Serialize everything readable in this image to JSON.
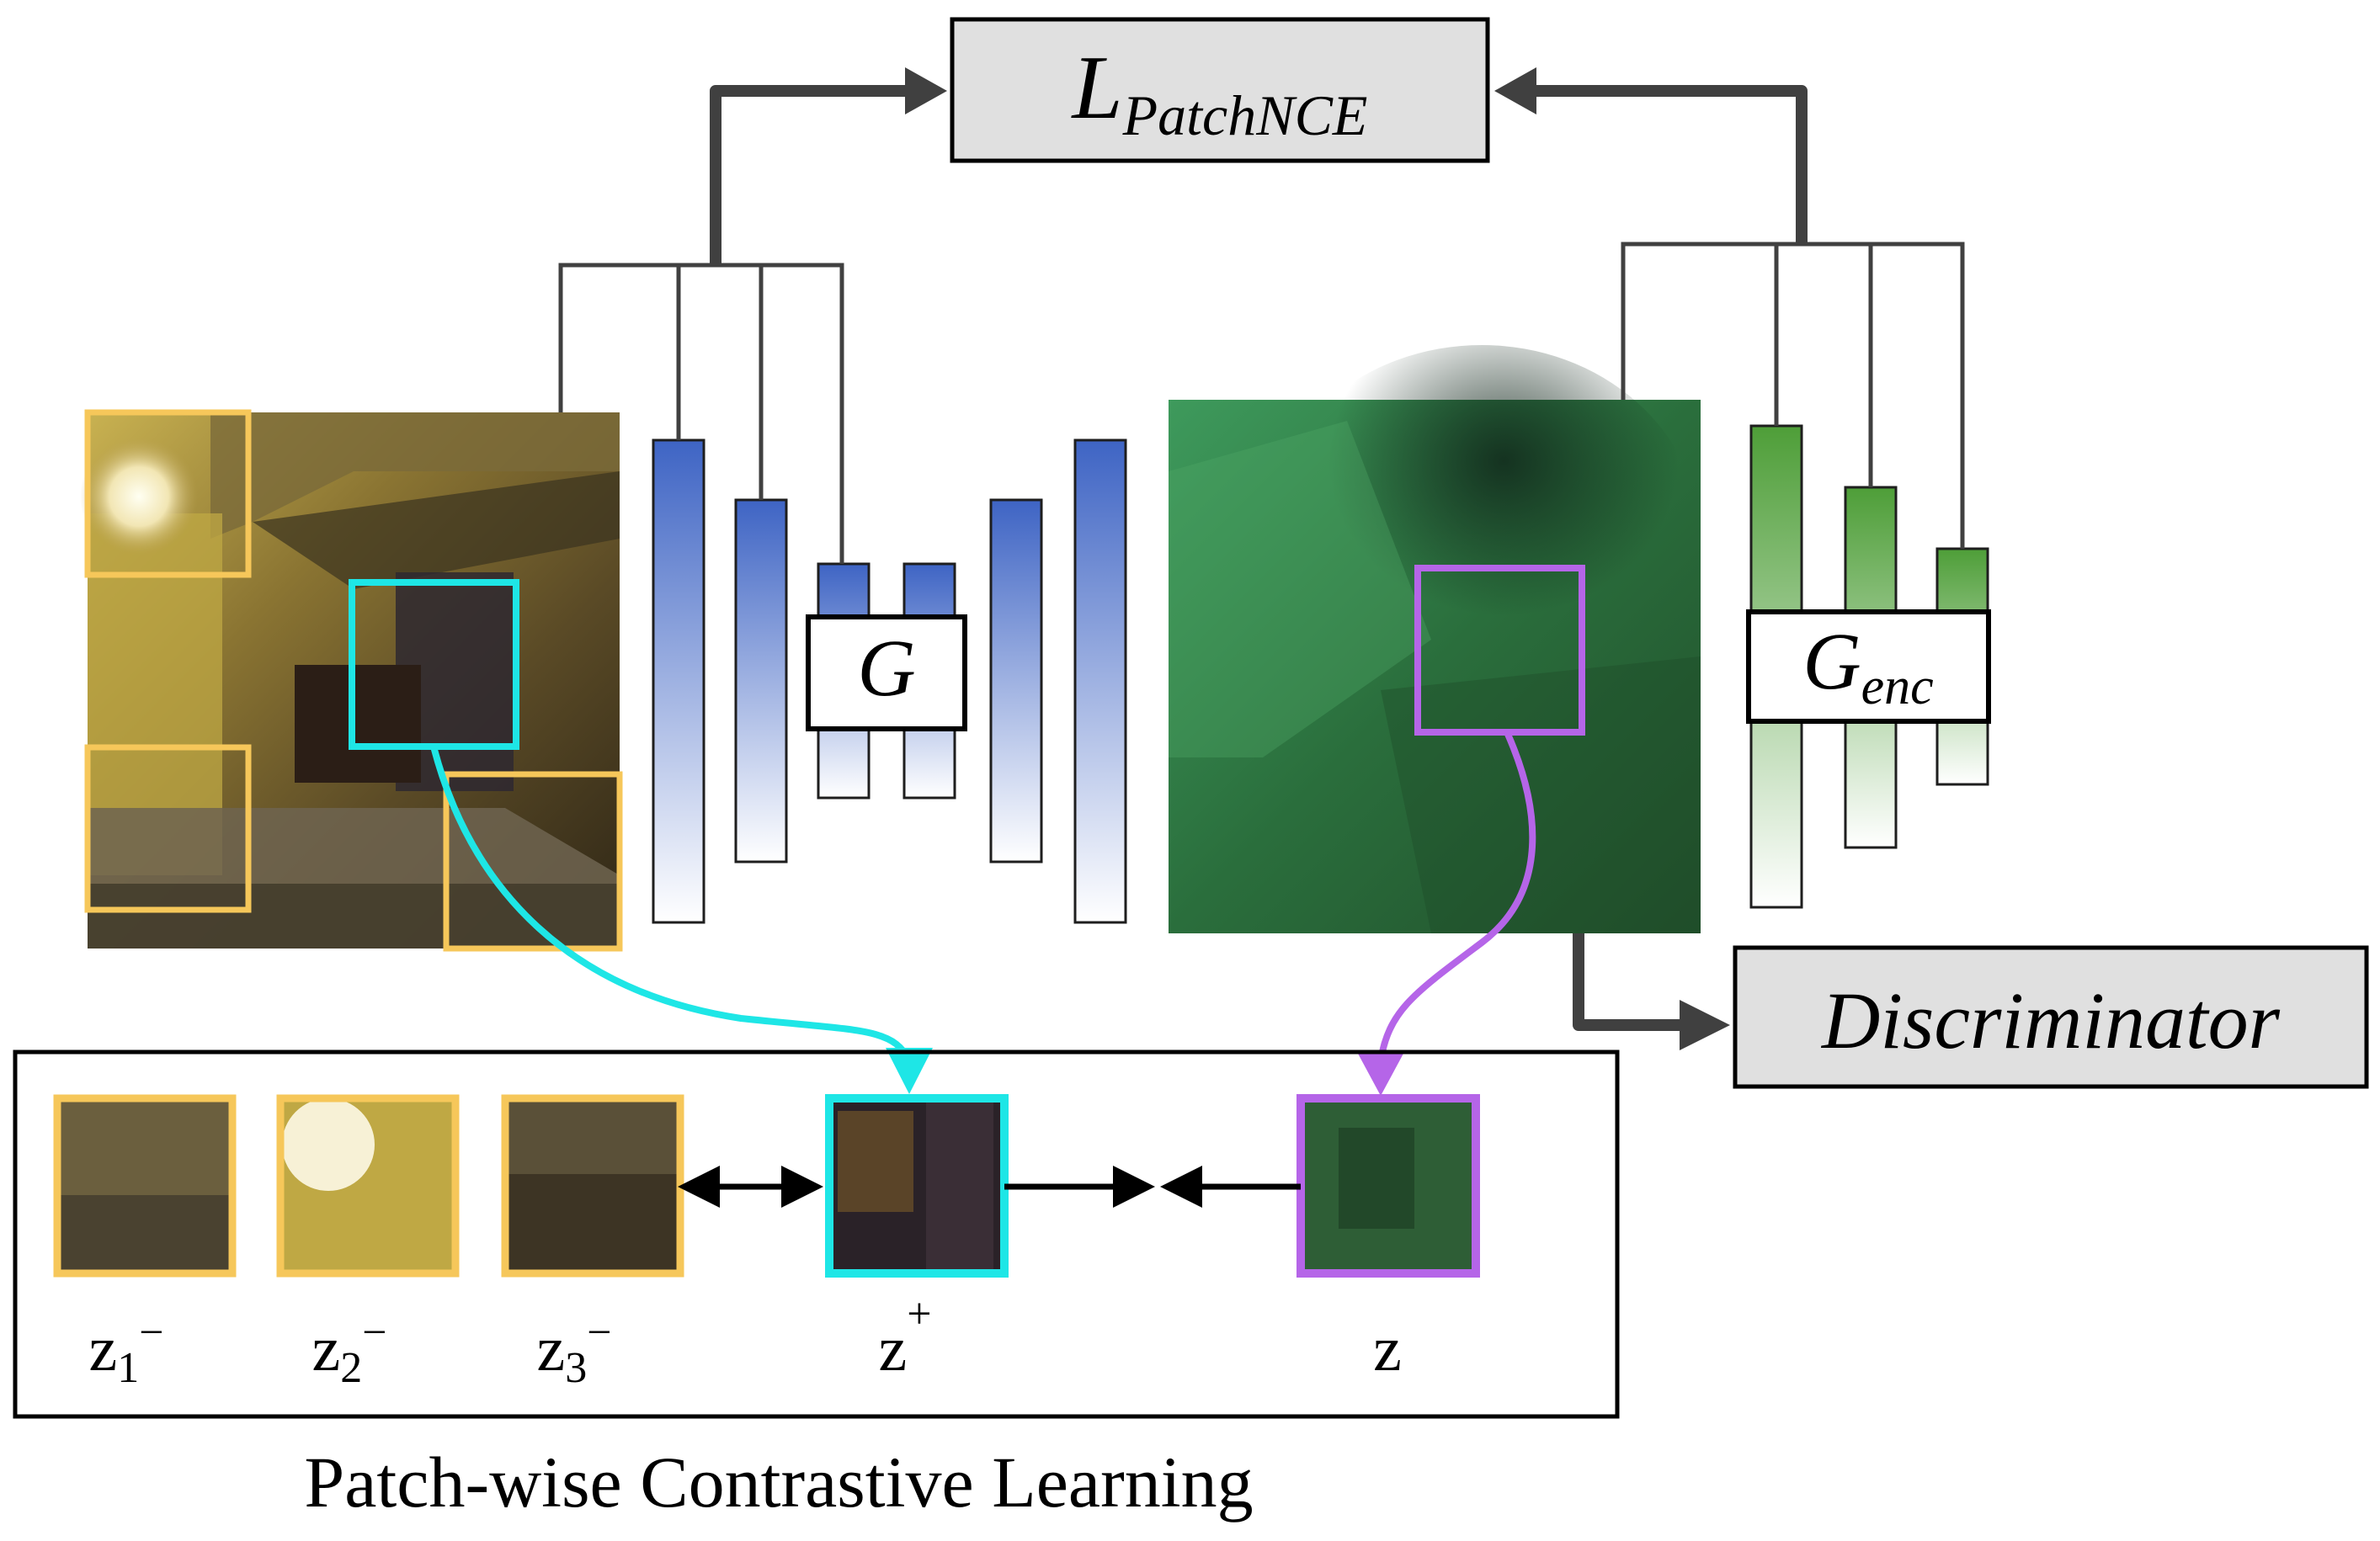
{
  "loss_box": {
    "main": "L",
    "subscript": "PatchNCE"
  },
  "generator": {
    "main": "G",
    "subscript": ""
  },
  "encoder": {
    "main": "G",
    "subscript": "enc"
  },
  "discriminator": {
    "label": "Discriminator"
  },
  "patches": [
    {
      "id": "z1-neg",
      "letter": "z",
      "index": "1",
      "sign": "−"
    },
    {
      "id": "z2-neg",
      "letter": "z",
      "index": "2",
      "sign": "−"
    },
    {
      "id": "z3-neg",
      "letter": "z",
      "index": "3",
      "sign": "−"
    },
    {
      "id": "z-pos",
      "letter": "z",
      "index": "",
      "sign": "+"
    },
    {
      "id": "z-query",
      "letter": "z",
      "index": "",
      "sign": ""
    }
  ],
  "caption": "Patch-wise Contrastive Learning",
  "colors": {
    "negative_patch": "#F6C75A",
    "positive_patch": "#1EE6E6",
    "query_patch": "#B565E8",
    "generator_bar": "#4169C8",
    "encoder_bar": "#58A841",
    "box_fill": "#E0E0E0",
    "connector": "#404040"
  }
}
